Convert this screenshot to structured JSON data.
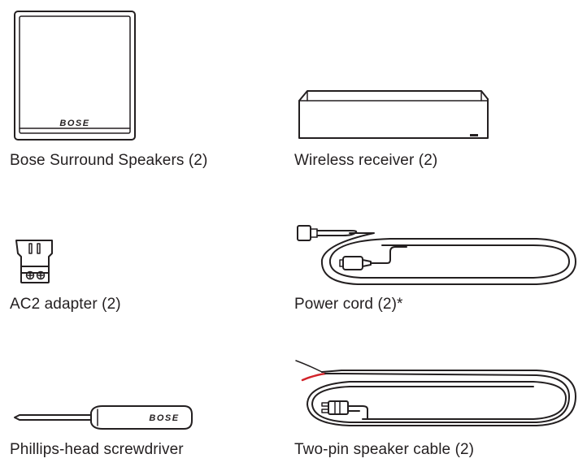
{
  "items": [
    {
      "id": "speakers",
      "caption": "Bose Surround Speakers (2)",
      "logo_text": "BOSE"
    },
    {
      "id": "receiver",
      "caption": "Wireless receiver (2)"
    },
    {
      "id": "adapter",
      "caption": "AC2 adapter (2)"
    },
    {
      "id": "power_cord",
      "caption": "Power cord (2)*"
    },
    {
      "id": "screwdriver",
      "caption": "Phillips-head screwdriver",
      "logo_text": "BOSE"
    },
    {
      "id": "speaker_cable",
      "caption": "Two-pin speaker cable (2)"
    }
  ],
  "colors": {
    "ink": "#231f20",
    "wire_red": "#d2232a"
  }
}
